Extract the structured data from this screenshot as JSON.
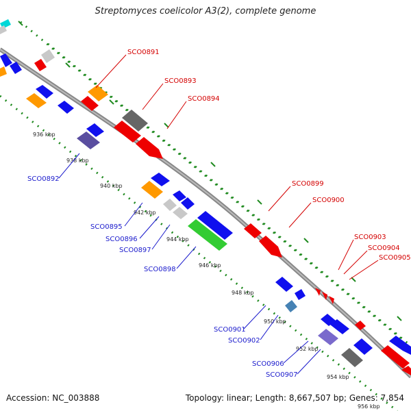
{
  "title": "Streptomyces coelicolor A3(2), complete genome",
  "footer": {
    "accession": "Accession: NC_003888",
    "summary": "Topology: linear; Length: 8,667,507 bp; Genes: 7,854"
  },
  "colors": {
    "forward_label": "#d40000",
    "reverse_label": "#1a1acc",
    "backbone": "#888888",
    "tick_dots": "#1f8a1f",
    "gene_red": "#ee0000",
    "gene_blue": "#1010ee",
    "gene_orange": "#ff9900",
    "gene_gray": "#666666",
    "gene_lightgray": "#c8c8c8",
    "gene_green": "#33cc33",
    "gene_navy": "#5a4ea0",
    "gene_lavender": "#7a6acc",
    "gene_steel": "#4682b4",
    "gene_cyan": "#00d8d8"
  },
  "ticks": [
    "936 kbp",
    "938 kbp",
    "940 kbp",
    "942 kbp",
    "944 kbp",
    "946 kbp",
    "948 kbp",
    "950 kbp",
    "952 kbp",
    "954 kbp",
    "956 kbp"
  ],
  "forward_labels": [
    "SCO0891",
    "SCO0893",
    "SCO0894",
    "SCO0899",
    "SCO0900",
    "SCO0903",
    "SCO0904",
    "SCO0905"
  ],
  "reverse_labels": [
    "SCO0892",
    "SCO0895",
    "SCO0896",
    "SCO0897",
    "SCO0898",
    "SCO0901",
    "SCO0902",
    "SCO0906",
    "SCO0907"
  ]
}
